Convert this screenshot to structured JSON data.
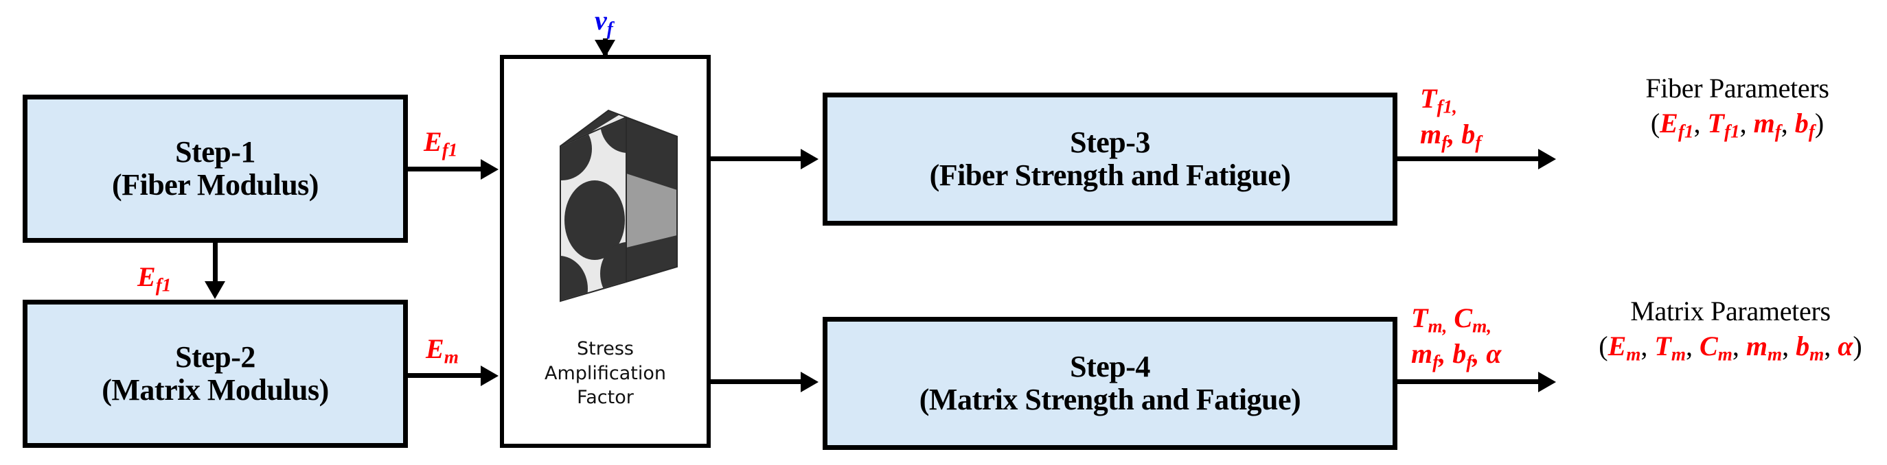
{
  "diagram": {
    "title": "Multi-step composite material parameter identification flowchart",
    "background_color": "#ffffff",
    "box_fill_color": "#d7e8f7",
    "box_border_color": "#000000",
    "label_color_red": "#ff0000",
    "label_color_blue": "#0000ee"
  },
  "boxes": {
    "step1": {
      "line1": "Step-1",
      "line2": "(Fiber Modulus)"
    },
    "step2": {
      "line1": "Step-2",
      "line2": "(Matrix Modulus)"
    },
    "step3": {
      "line1": "Step-3",
      "line2": "(Fiber Strength and Fatigue)"
    },
    "step4": {
      "line1": "Step-4",
      "line2": "(Matrix Strength and Fatigue)"
    },
    "saf": {
      "caption_line1": "Stress",
      "caption_line2": "Amplification",
      "caption_line3": "Factor"
    }
  },
  "labels": {
    "vf": {
      "base": "v",
      "sub": "f"
    },
    "ef1_right": {
      "base": "E",
      "sub": "f1"
    },
    "ef1_down": {
      "base": "E",
      "sub": "f1"
    },
    "em": {
      "base": "E",
      "sub": "m"
    },
    "fiber_out_line1": "T",
    "fiber_out_line1_sub": "f1,",
    "fiber_out_line2_a": "m",
    "fiber_out_line2_a_sub": "f",
    "fiber_out_line2_sep": ", ",
    "fiber_out_line2_b": "b",
    "fiber_out_line2_b_sub": "f",
    "matrix_out_line1_a": "T",
    "matrix_out_line1_a_sub": "m,",
    "matrix_out_line1_b": "C",
    "matrix_out_line1_b_sub": "m,",
    "matrix_out_line2_a": "m",
    "matrix_out_line2_a_sub": "f",
    "matrix_out_line2_b": "b",
    "matrix_out_line2_b_sub": "f",
    "matrix_out_line2_c": "α"
  },
  "outputs": {
    "fiber": {
      "title": "Fiber Parameters",
      "open_paren": "(",
      "close_paren": ")",
      "items": [
        {
          "base": "E",
          "sub": "f1"
        },
        {
          "base": "T",
          "sub": "f1"
        },
        {
          "base": "m",
          "sub": "f"
        },
        {
          "base": "b",
          "sub": "f"
        }
      ]
    },
    "matrix": {
      "title": "Matrix Parameters",
      "open_paren": "(",
      "close_paren": ")",
      "items": [
        {
          "base": "E",
          "sub": "m"
        },
        {
          "base": "T",
          "sub": "m"
        },
        {
          "base": "C",
          "sub": "m"
        },
        {
          "base": "m",
          "sub": "m"
        },
        {
          "base": "b",
          "sub": "m"
        },
        {
          "base": "α",
          "sub": ""
        }
      ]
    }
  }
}
